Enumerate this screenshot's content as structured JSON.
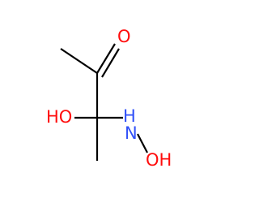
{
  "molecule": {
    "atoms": {
      "carbonyl_oxygen": {
        "label": "O",
        "color": "#ff0d0d"
      },
      "hydroxyl": {
        "label": "HO",
        "color": "#ff0d0d"
      },
      "amine": {
        "label": "H",
        "sublabel": "N",
        "color": "#3050f8"
      },
      "hydroxylamine_oxygen": {
        "label": "OH",
        "color": "#ff0d0d"
      }
    },
    "bond_color": "#000000"
  }
}
